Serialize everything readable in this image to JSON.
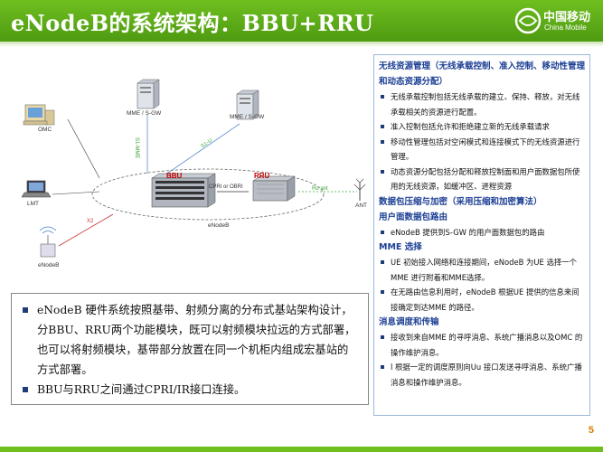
{
  "slide": {
    "title": "eNodeB的系统架构：BBU+RRU",
    "page_number": "5"
  },
  "logo": {
    "text_zh": "中国移动",
    "text_en": "China Mobile"
  },
  "diagram": {
    "nodes": {
      "mme_sgw_1": "MME / S-GW",
      "mme_sgw_2": "MME / S-GW",
      "omc": "OMC",
      "lmt": "LMT",
      "enodeb_bottom": "eNodeB",
      "enodeb_center": "eNodeB",
      "ant": "ANT",
      "bbu": "BBU",
      "rru": "RRU"
    },
    "links": {
      "s1_mme": "S1-MME",
      "s1_u": "S1-U",
      "cpri": "CPRI or OBRI",
      "ant_link": "Ru ant",
      "x2": "X2"
    }
  },
  "left_box": {
    "bullets": [
      "eNodeB 硬件系统按照基带、射频分离的分布式基站架构设计，分BBU、RRU两个功能模块，既可以射频模块拉远的方式部署，也可以将射频模块，基带部分放置在同一个机柜内组成宏基站的方式部署。",
      "BBU与RRU之间通过CPRI/IR接口连接。"
    ]
  },
  "right_panel": {
    "sec1_head": "无线资源管理（无线承载控制、准入控制、移动性管理和动态资源分配）",
    "sec1_items": [
      "无线承载控制包括无线承载的建立、保持、释放，对无线承载相关的资源进行配置。",
      "准入控制包括允许和拒绝建立新的无线承载请求",
      "移动性管理包括对空闲模式和连接模式下的无线资源进行管理。",
      "动态资源分配包括分配和释放控制面和用户面数据包所使用的无线资源，如缓冲区、进程资源"
    ],
    "sec2_head": "数据包压缩与加密（采用压缩和加密算法）",
    "sec3_head": "用户面数据包路由",
    "sec3_items": [
      "eNodeB 提供到S-GW 的用户面数据包的路由"
    ],
    "sec4_head": "MME 选择",
    "sec4_items": [
      "UE 初始接入网络和连接期间，eNodeB 为UE 选择一个MME 进行附着和MME选择。",
      "在无路由信息利用时，eNodeB 根据UE 提供的信息来间接确定到达MME 的路径。"
    ],
    "sec5_head": "消息调度和传输",
    "sec5_items": [
      "接收到来自MME 的寻呼消息、系统广播消息以及OMC 的操作维护消息。",
      "l 根据一定的调度原则向Uu 接口发送寻呼消息、系统广播消息和操作维护消息。"
    ]
  },
  "colors": {
    "title_green": "#4e9a12",
    "heading_blue": "#1c3f94",
    "page_num_orange": "#e07b00"
  }
}
